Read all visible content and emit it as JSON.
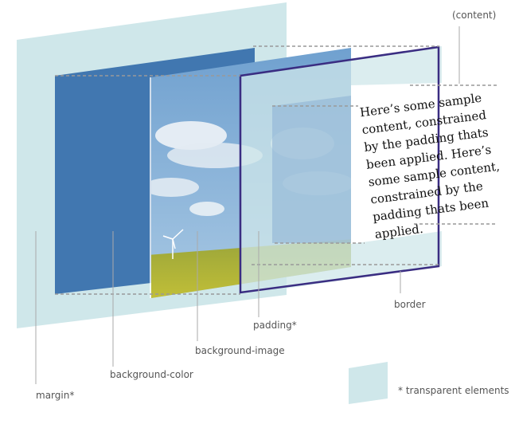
{
  "colors": {
    "margin": "#cfe7ea",
    "background_color": "#4177b0",
    "border": "#3a2d82",
    "padding": "#cfe7ea"
  },
  "content_lines": [
    "Here’s some sample",
    "content, constrained",
    "by the padding thats",
    "been applied. Here’s",
    "some sample content,",
    "constrained by the",
    "padding thats been",
    "applied."
  ],
  "labels": {
    "content": "(content)",
    "border": "border",
    "padding": "padding*",
    "background_image": "background-image",
    "background_color": "background-color",
    "margin": "margin*"
  },
  "legend": {
    "text": "* transparent elements"
  }
}
